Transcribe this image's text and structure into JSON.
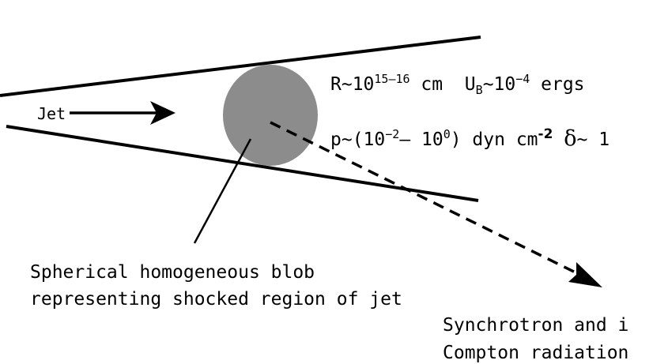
{
  "labels": {
    "jet": "Jet",
    "blob_line1": "Spherical homogeneous blob",
    "blob_line2": "representing shocked region of jet",
    "radiation_line1": "Synchrotron and i",
    "radiation_line2": "Compton radiation"
  },
  "params_row1": {
    "r_prefix": "R~10",
    "r_exp": "15–16",
    "r_unit": " cm",
    "u_symbol": "U",
    "u_sub": "B",
    "u_mid": "~10",
    "u_exp": "−4",
    "u_unit": " ergs"
  },
  "params_row2": {
    "p_prefix": "p~(10",
    "p_exp1": "−2",
    "p_mid": "– 10",
    "p_exp2": "0",
    "p_suffix": ") dyn cm",
    "p_unit_exp": "-2",
    "delta_symbol": "δ",
    "delta_tail": "~ 1"
  },
  "colors": {
    "blob": "#8c8c8c",
    "ink": "#000000"
  }
}
